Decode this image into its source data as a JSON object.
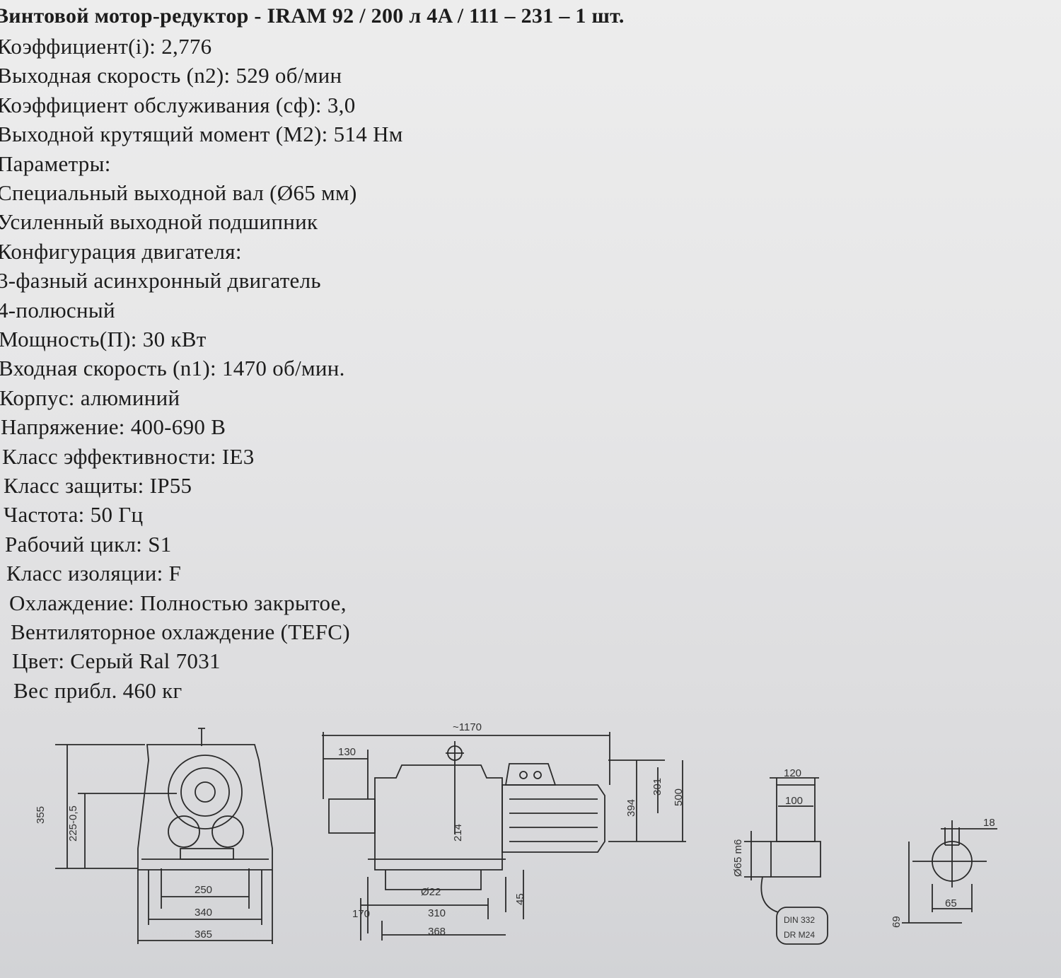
{
  "title": "Винтовой мотор-редуктор - IRAM 92 / 200 л 4A / 111 – 231 – 1 шт.",
  "specs": [
    "Коэффициент(i): 2,776",
    "Выходная скорость (n2): 529 об/мин",
    "Коэффициент обслуживания (сф): 3,0",
    "Выходной крутящий момент (M2): 514 Нм",
    "Параметры:",
    "Специальный выходной вал (Ø65 мм)",
    "Усиленный выходной подшипник",
    "Конфигурация двигателя:",
    "3-фазный асинхронный двигатель",
    "4-полюсный",
    "Мощность(П): 30 кВт",
    "Входная скорость (n1): 1470 об/мин.",
    "Корпус: алюминий",
    "Напряжение: 400-690 В",
    "Класс эффективности: IE3",
    "Класс защиты: IP55",
    "Частота: 50 Гц",
    "Рабочий цикл: S1",
    "Класс изоляции: F",
    "Охлаждение: Полностью закрытое,",
    "Вентиляторное охлаждение (TEFC)",
    "Цвет: Серый Ral 7031",
    "Вес прибл. 460 кг"
  ],
  "drawing": {
    "front": {
      "h_total": "355",
      "h_axis": "225-0,5",
      "w1": "250",
      "w2": "340",
      "w3": "365"
    },
    "side": {
      "total_len": "~1170",
      "shaft_len": "130",
      "h394": "394",
      "h301": "301",
      "h500": "500",
      "d214": "214",
      "d22": "Ø22",
      "foot170": "170",
      "foot310": "310",
      "foot368": "368",
      "foot45": "45"
    },
    "shaft": {
      "w120": "120",
      "w100": "100",
      "d65": "Ø65 m6",
      "note1": "DIN 332",
      "note2": "DR M24"
    },
    "key": {
      "w18": "18",
      "d65": "65",
      "h69": "69"
    }
  }
}
